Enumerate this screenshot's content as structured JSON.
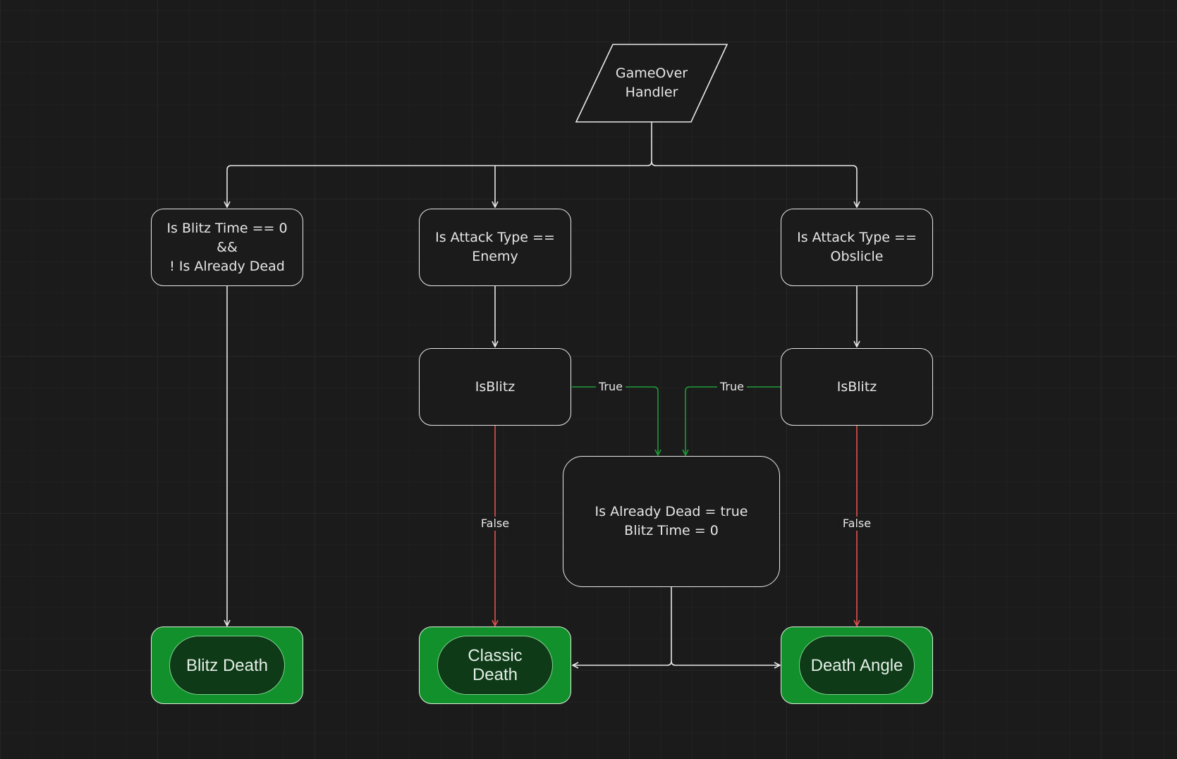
{
  "nodes": {
    "start": {
      "label": "GameOver\nHandler"
    },
    "blitz_check": {
      "label": "Is Blitz Time == 0\n&&\n! Is Already Dead"
    },
    "enemy_check": {
      "label": "Is Attack Type ==\nEnemy"
    },
    "obstacle_check": {
      "label": "Is Attack Type ==\nObslicle"
    },
    "isblitz_left": {
      "label": "IsBlitz"
    },
    "isblitz_right": {
      "label": "IsBlitz"
    },
    "set_dead": {
      "label": "Is Already Dead = true\nBlitz Time = 0"
    },
    "blitz_death": {
      "label": "Blitz Death"
    },
    "classic_death": {
      "label": "Classic\nDeath"
    },
    "death_angle": {
      "label": "Death Angle"
    }
  },
  "edge_labels": {
    "true_left": "True",
    "true_right": "True",
    "false_left": "False",
    "false_right": "False"
  },
  "colors": {
    "background": "#1b1b1b",
    "line": "#e8e8e8",
    "true_edge": "#1d9a3a",
    "false_edge": "#e0534f",
    "terminal_fill": "#12902c",
    "terminal_inner": "#0e3a17"
  }
}
